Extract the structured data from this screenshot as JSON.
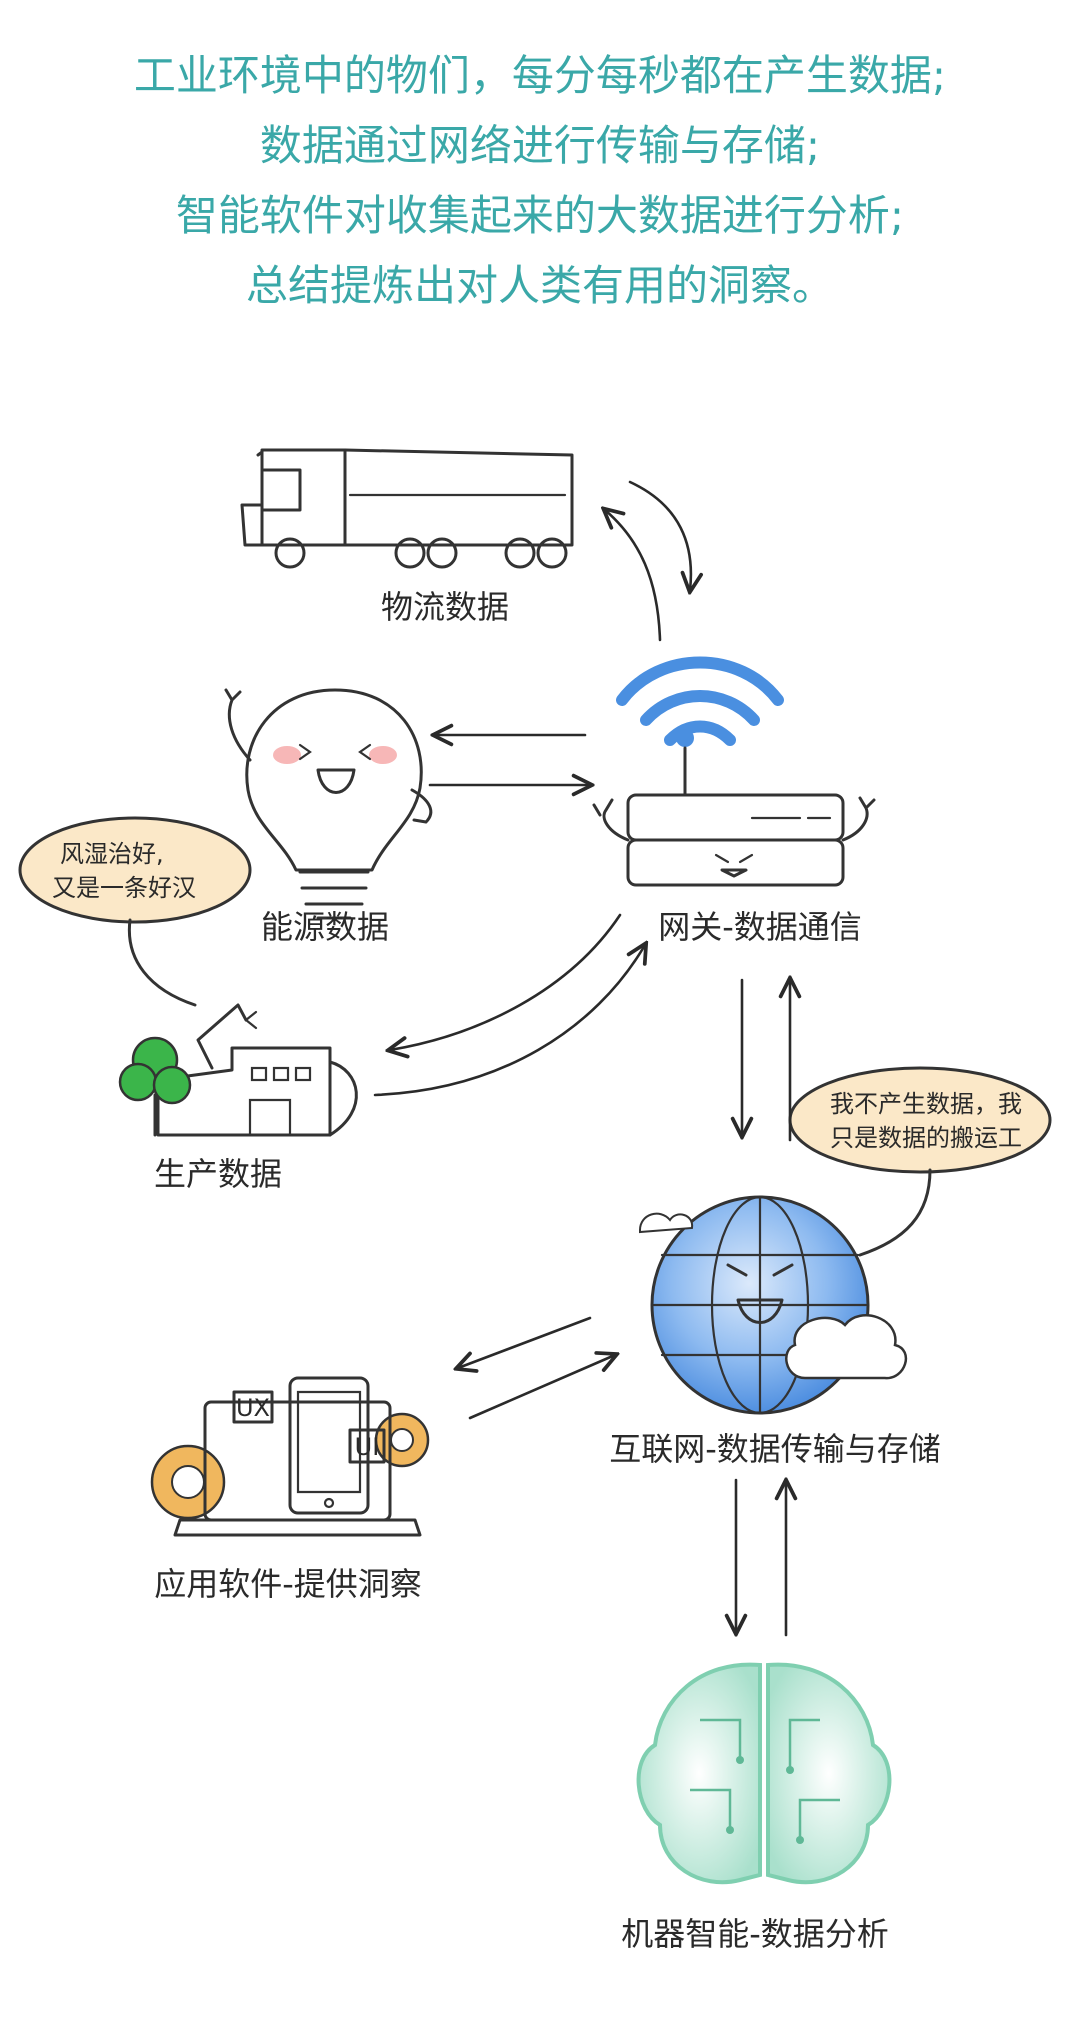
{
  "headline": {
    "line1": "工业环境中的物们，每分每秒都在产生数据;",
    "line2": "数据通过网络进行传输与存储;",
    "line3": "智能软件对收集起来的大数据进行分析;",
    "line4": "总结提炼出对人类有用的洞察。"
  },
  "nodes": {
    "logistics": "物流数据",
    "energy": "能源数据",
    "production": "生产数据",
    "gateway": "网关-数据通信",
    "internet": "互联网-数据传输与存储",
    "software": "应用软件-提供洞察",
    "ai": "机器智能-数据分析"
  },
  "bubbles": {
    "energy_line1": "风湿治好,",
    "energy_line2": "又是一条好汉",
    "internet_line1": "我不产生数据，我",
    "internet_line2": "只是数据的搬运工"
  },
  "icon_text": {
    "ux": "UX",
    "ui": "UI"
  },
  "colors": {
    "headline": "#3aa8a8",
    "wifi": "#4a8fe0",
    "globe": "#7fb2ee",
    "tree": "#3bb54a",
    "gear": "#f0b75e",
    "brain": "#7fcfb0",
    "bubble": "#fbe8c8"
  }
}
